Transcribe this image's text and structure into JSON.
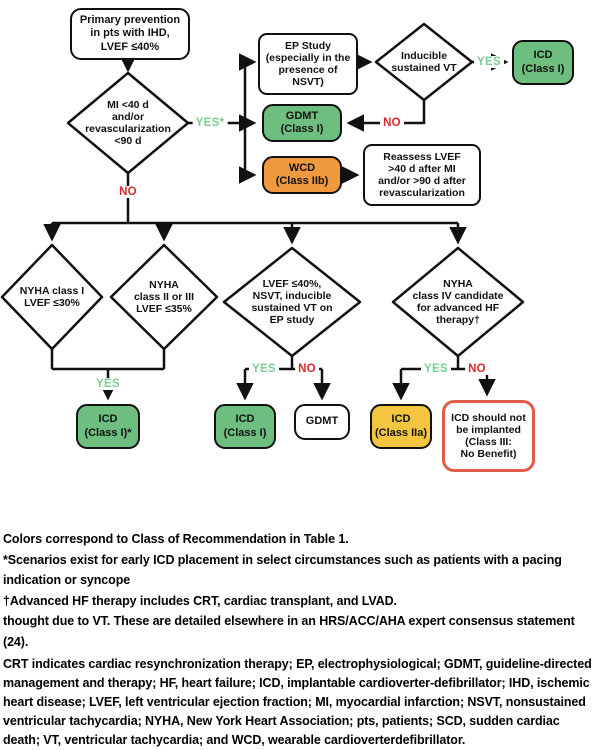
{
  "palette": {
    "green_box": "#6dbe7f",
    "orange_box": "#f0993f",
    "yellow_box": "#f4c63f",
    "red_outline": "#e25a48",
    "yes_green": "#7ccd92",
    "no_red": "#d7282f",
    "line_black": "#111111"
  },
  "nodes": {
    "start": {
      "lines": [
        "Primary prevention",
        "in pts with IHD,",
        "LVEF ≤40%"
      ]
    },
    "d_mi": {
      "lines": [
        "MI <40 d",
        "and/or",
        "revascularization",
        "<90 d"
      ]
    },
    "ep_study": {
      "lines": [
        "EP Study",
        "(especially in the",
        "presence of",
        "NSVT)"
      ]
    },
    "d_inducible": {
      "lines": [
        "Inducible",
        "sustained VT"
      ]
    },
    "icd_top": {
      "lines": [
        "ICD",
        "(Class I)"
      ]
    },
    "gdmt_top": {
      "lines": [
        "GDMT",
        "(Class I)"
      ]
    },
    "wcd": {
      "lines": [
        "WCD",
        "(Class IIb)"
      ]
    },
    "reassess": {
      "lines": [
        "Reassess LVEF",
        ">40 d after MI",
        "and/or >90 d after",
        "revascularization"
      ]
    },
    "d_nyha1": {
      "lines": [
        "NYHA class I",
        "LVEF ≤30%"
      ]
    },
    "d_nyha23": {
      "lines": [
        "NYHA",
        "class II or III",
        "LVEF ≤35%"
      ]
    },
    "d_ep_vt": {
      "lines": [
        "LVEF ≤40%,",
        "NSVT, inducible",
        "sustained VT on",
        "EP study"
      ]
    },
    "d_nyha4": {
      "lines": [
        "NYHA",
        "class IV candidate",
        "for advanced HF",
        "therapy†"
      ]
    },
    "icd_star": {
      "lines": [
        "ICD",
        "(Class I)*"
      ]
    },
    "icd_bottom": {
      "lines": [
        "ICD",
        "(Class I)"
      ]
    },
    "gdmt_bottom": {
      "lines": [
        "GDMT"
      ]
    },
    "icd_2a": {
      "lines": [
        "ICD",
        "(Class IIa)"
      ]
    },
    "no_implant": {
      "lines": [
        "ICD should not",
        "be implanted",
        "(Class III:",
        "No Benefit)"
      ]
    }
  },
  "edge_labels": {
    "yes_star": "YES*",
    "yes": "YES",
    "no": "NO"
  },
  "footnotes": [
    "Colors correspond to Class of Recommendation in Table 1.",
    "*Scenarios exist for early ICD placement in select circumstances such as patients with a pacing",
    "indication or syncope",
    "†Advanced HF therapy includes CRT, cardiac transplant, and LVAD.",
    "thought due to VT. These are detailed elsewhere in an HRS/ACC/AHA expert consensus statement (24)."
  ],
  "abbreviations": [
    "CRT indicates cardiac resynchronization therapy; EP, electrophysiological; GDMT, guideline-directed",
    "management and therapy; HF, heart failure; ICD, implantable cardioverter-defibrillator; IHD, ischemic",
    "heart disease; LVEF, left ventricular ejection fraction; MI, myocardial infarction; NSVT, nonsustained",
    "ventricular tachycardia; NYHA, New York Heart Association; pts, patients; SCD, sudden cardiac",
    "death; VT, ventricular tachycardia; and WCD, wearable cardioverterdefibrillator."
  ]
}
